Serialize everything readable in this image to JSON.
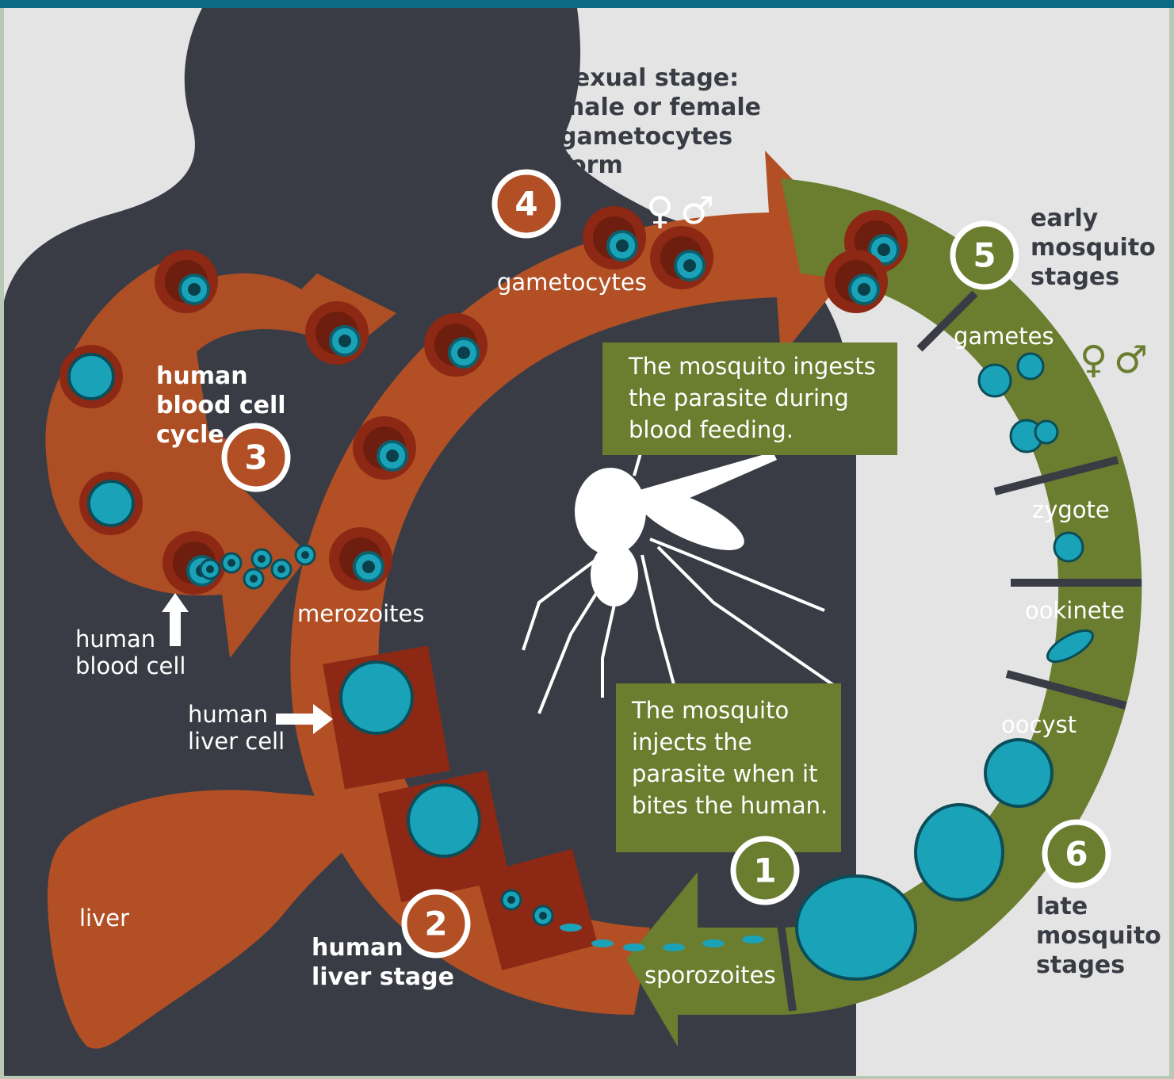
{
  "stages": {
    "s1": {
      "number": "1"
    },
    "s2": {
      "number": "2",
      "line1": "human",
      "line2": "liver stage"
    },
    "s3": {
      "number": "3",
      "line1": "human",
      "line2": "blood cell",
      "line3": "cycle"
    },
    "s4": {
      "number": "4",
      "line1": "sexual stage:",
      "line2": "male or female",
      "line3": "gametocytes",
      "line4": "form"
    },
    "s5": {
      "number": "5",
      "line1": "early",
      "line2": "mosquito",
      "line3": "stages"
    },
    "s6": {
      "number": "6",
      "line1": "late",
      "line2": "mosquito",
      "line3": "stages"
    }
  },
  "labels": {
    "gametocytes": "gametocytes",
    "merozoites": "merozoites",
    "human_blood_cell_1": "human",
    "human_blood_cell_2": "blood cell",
    "human_liver_cell_1": "human",
    "human_liver_cell_2": "liver cell",
    "liver": "liver",
    "sporozoites": "sporozoites",
    "gametes": "gametes",
    "zygote": "zygote",
    "ookinete": "ookinete",
    "oocyst": "oocyst",
    "female_symbol": "♀",
    "male_symbol": "♂"
  },
  "notes": {
    "ingests": {
      "line1": "The mosquito ingests",
      "line2": "the parasite during",
      "line3": "blood feeding."
    },
    "injects": {
      "line1": "The mosquito",
      "line2": "injects the",
      "line3": "parasite when it",
      "line4": "bites the human."
    }
  },
  "colors": {
    "human_arc": "#b24f24",
    "mosquito_arc": "#6b7d2f",
    "silhouette": "#3a3c45",
    "background": "#e4e4e4",
    "top_bar": "#0c6a86",
    "parasite": "#1aa3b8"
  }
}
